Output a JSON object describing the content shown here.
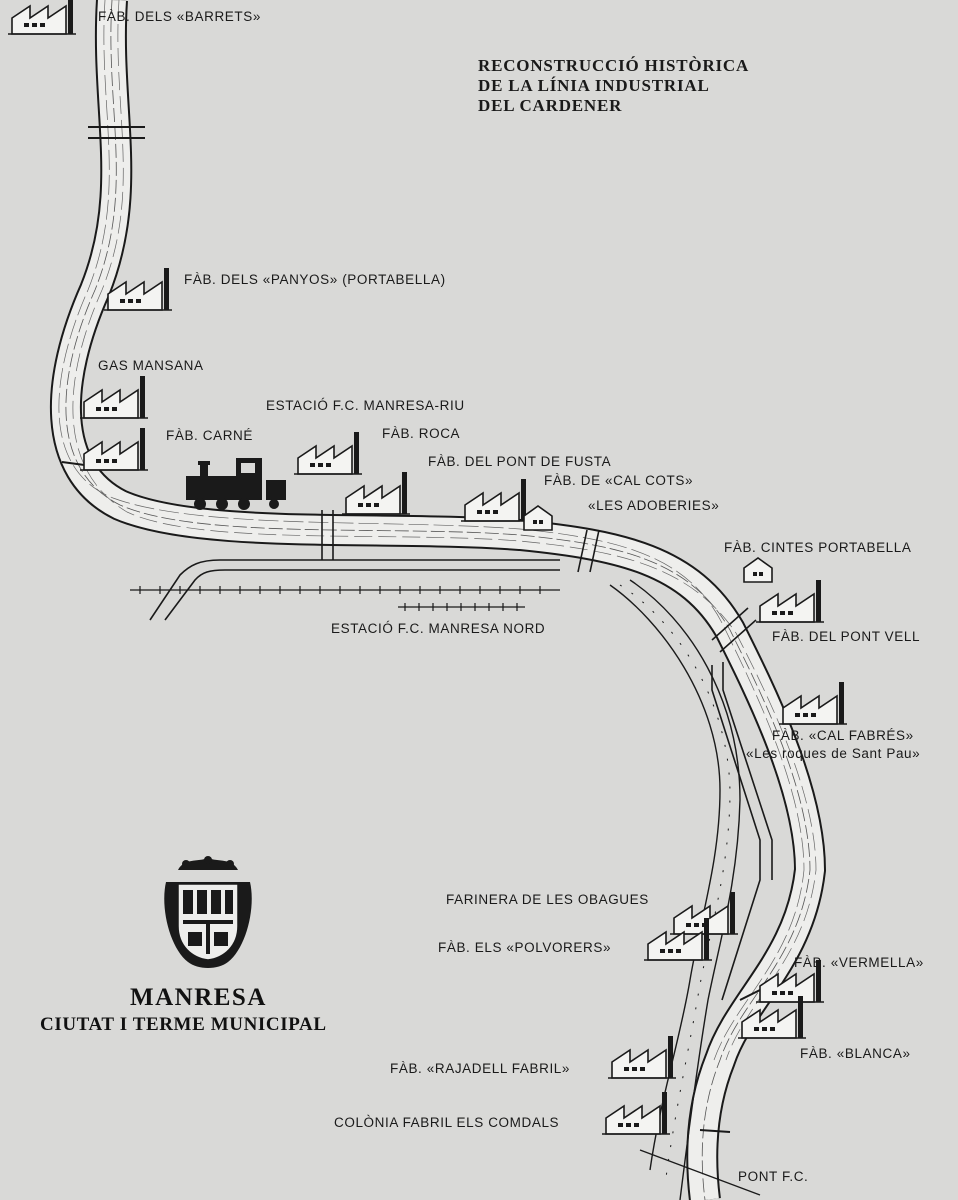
{
  "title": {
    "line1": "RECONSTRUCCIÓ HISTÒRICA",
    "line2": "DE LA LÍNIA INDUSTRIAL",
    "line3": "DEL CARDENER"
  },
  "emblem": {
    "city": "MANRESA",
    "subtitle": "CIUTAT I TERME MUNICIPAL"
  },
  "labels": {
    "barrets": "FÀB. DELS «BARRETS»",
    "panyos": "FÀB. DELS «PANYOS» (PORTABELLA)",
    "gas_mansana": "GAS MANSANA",
    "carne": "FÀB. CARNÉ",
    "estacio_riu": "ESTACIÓ F.C. MANRESA-RIU",
    "roca": "FÀB. ROCA",
    "pont_fusta": "FÀB. DEL PONT DE FUSTA",
    "cal_cots": "FÀB. DE «CAL COTS»",
    "adoberies": "«LES ADOBERIES»",
    "estacio_nord": "ESTACIÓ F.C. MANRESA NORD",
    "cintes": "FÀB. CINTES PORTABELLA",
    "pont_vell": "FÀB. DEL PONT VELL",
    "cal_fabres": "FÀB. «CAL FABRÉS»",
    "roques": "«Les roques de Sant Pau»",
    "farinera": "FARINERA DE LES OBAGUES",
    "polvorers": "FÀB. ELS «POLVORERS»",
    "vermella": "FÀB. «VERMELLA»",
    "blanca": "FÀB. «BLANCA»",
    "rajadell": "FÀB. «RAJADELL FABRIL»",
    "comdals": "COLÒNIA FABRIL ELS COMDALS",
    "pont_fc": "PONT F.C."
  },
  "colors": {
    "paper": "#d9d9d7",
    "ink": "#1a1a1a",
    "river_fill": "#eeeeec"
  }
}
